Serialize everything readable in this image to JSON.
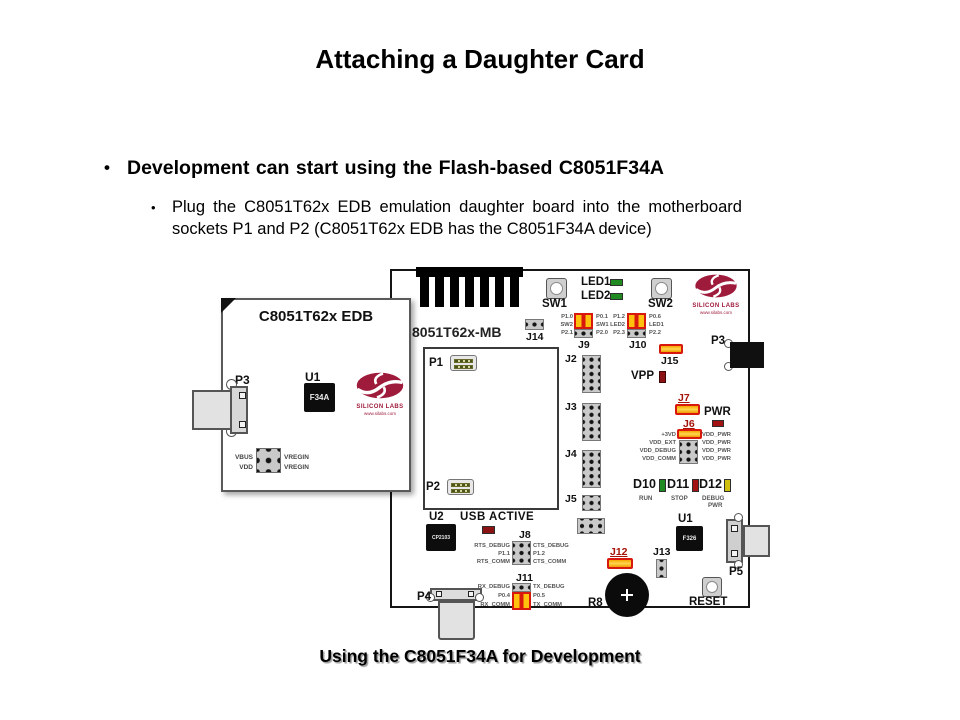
{
  "slide": {
    "bullet_glyph": "•",
    "title": "Attaching a Daughter Card",
    "bullet": "Development can start using the Flash-based C8051F34A",
    "sub_bullet_line1": "Plug the C8051T62x EDB emulation daughter board into the motherboard",
    "sub_bullet_line2": "sockets P1 and P2 (C8051T62x EDB has the C8051F34A device)",
    "caption": "Using the C8051F34A for Development"
  },
  "dc": {
    "title": "C8051T62x EDB",
    "p3": "P3",
    "u1": "U1",
    "u1_chip": "F34A",
    "logo_name": "SILICON LABS",
    "logo_url": "www.silabs.com",
    "jleft": [
      "VBUS",
      "VDD"
    ],
    "jright": [
      "VREGIN",
      "VREGIN"
    ]
  },
  "mb": {
    "name": "8051T62x-MB",
    "logo_name": "SILICON LABS",
    "logo_url": "www.silabs.com",
    "sw1": "SW1",
    "sw2": "SW2",
    "led1": "LED1",
    "led2": "LED2",
    "j14": "J14",
    "j9": {
      "label": "J9",
      "left": [
        "P1.0",
        "SW2",
        "P2.1"
      ],
      "right": [
        "P0.1",
        "SW1",
        "P2.0"
      ]
    },
    "j10": {
      "label": "J10",
      "left": [
        "P1.2",
        "LED2",
        "P2.3"
      ],
      "right": [
        "P0.6",
        "LED1",
        "P2.2"
      ]
    },
    "j15": "J15",
    "p3": "P3",
    "vpp": "VPP",
    "j7": "J7",
    "pwr": "PWR",
    "j6": {
      "label": "J6",
      "left": [
        "+3VD",
        "VDD_EXT",
        "VDD_DEBUG",
        "VDD_COMM"
      ],
      "right": [
        "VDD_PWR",
        "VDD_PWR",
        "VDD_PWR",
        "VDD_PWR"
      ]
    },
    "d10": {
      "label": "D10",
      "sub": "RUN"
    },
    "d11": {
      "label": "D11",
      "sub": "STOP"
    },
    "d12": {
      "label": "D12",
      "sub1": "DEBUG",
      "sub2": "PWR"
    },
    "p1": "P1",
    "p2": "P2",
    "j2": "J2",
    "j3": "J3",
    "j4": "J4",
    "j5": "J5",
    "u2": {
      "label": "U2",
      "chip": "CP2103"
    },
    "usb_active": "USB ACTIVE",
    "j8": {
      "label": "J8",
      "left": [
        "RTS_DEBUG",
        "P1.1",
        "RTS_COMM"
      ],
      "right": [
        "CTS_DEBUG",
        "P1.2",
        "CTS_COMM"
      ]
    },
    "j11": {
      "label": "J11",
      "left": [
        "RX_DEBUG",
        "P0.4",
        "RX_COMM"
      ],
      "right": [
        "TX_DEBUG",
        "P0.5",
        "TX_COMM"
      ]
    },
    "j12": "J12",
    "j13": "J13",
    "u1": {
      "label": "U1",
      "chip": "F326"
    },
    "p4": "P4",
    "p5": "P5",
    "r8": "R8",
    "reset": "RESET"
  },
  "colors": {
    "jumper_red": "#d8180c",
    "jumper_yellow": "#ffc10e",
    "led_green": "#1f8a1f",
    "led_red": "#a31212",
    "led_yellow": "#cfc010",
    "logo_maroon": "#9e1b3b"
  }
}
